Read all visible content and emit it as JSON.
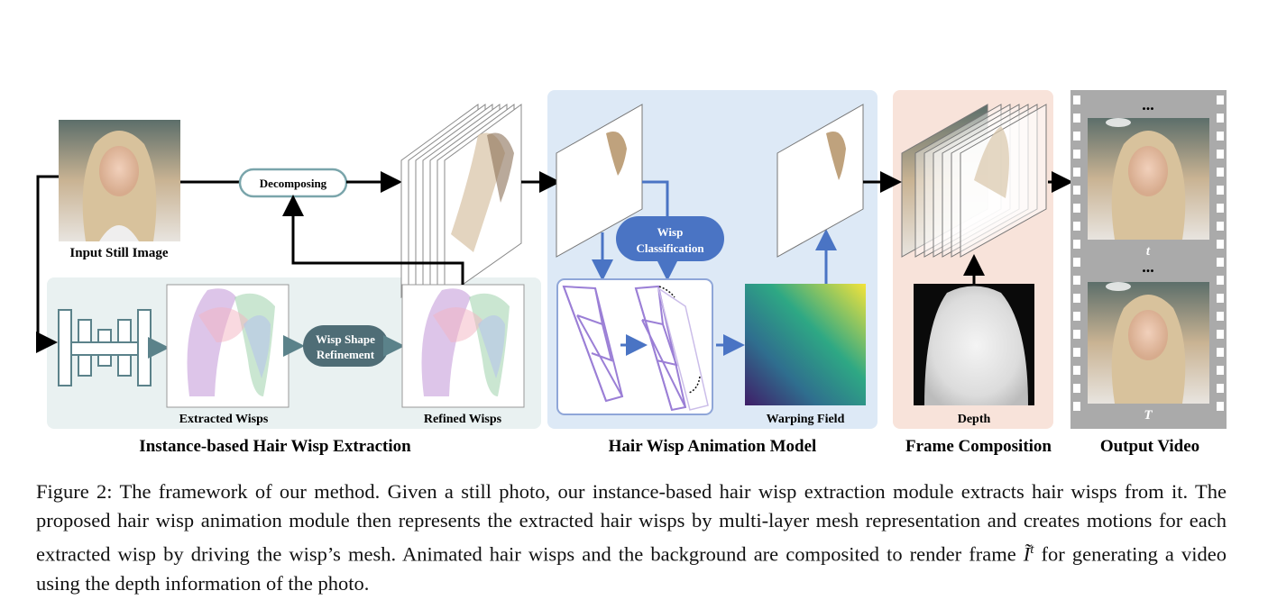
{
  "figure": {
    "labels": {
      "input_still_image": "Input Still Image",
      "decomposing": "Decomposing",
      "wisp_shape_refinement_l1": "Wisp Shape",
      "wisp_shape_refinement_l2": "Refinement",
      "extracted_wisps": "Extracted Wisps",
      "refined_wisps": "Refined Wisps",
      "wisp_classification_l1": "Wisp",
      "wisp_classification_l2": "Classification",
      "warping_field": "Warping Field",
      "depth": "Depth",
      "frame_t": "t",
      "frame_T": "T",
      "ellipsis": "..."
    },
    "sections": {
      "extraction": "Instance-based Hair Wisp Extraction",
      "animation": "Hair Wisp Animation Model",
      "composition": "Frame Composition",
      "output": "Output Video"
    },
    "colors": {
      "extraction_bg": "#e9f1f1",
      "animation_bg": "#dde9f6",
      "composition_bg": "#f8e3da",
      "film_gray": "#aaaaaa",
      "pill_dark": "#4f6d76",
      "pill_blue": "#4a74c4",
      "arrow_teal": "#5b828a",
      "arrow_blue": "#4a74c4",
      "mesh_purple": "#9b7fd6"
    }
  },
  "caption": {
    "prefix": "Figure 2:",
    "text_a": "The framework of our method. Given a still photo, our instance-based hair wisp extraction module extracts hair wisps from it. The proposed hair wisp animation module then represents the extracted hair wisps by multi-layer mesh representation and creates motions for each extracted wisp by driving the wisp’s mesh. Animated hair wisps and the background are composited to render frame",
    "math": "Ĩ",
    "sup": "t",
    "text_b": "for generating a video using the depth information of the photo."
  }
}
